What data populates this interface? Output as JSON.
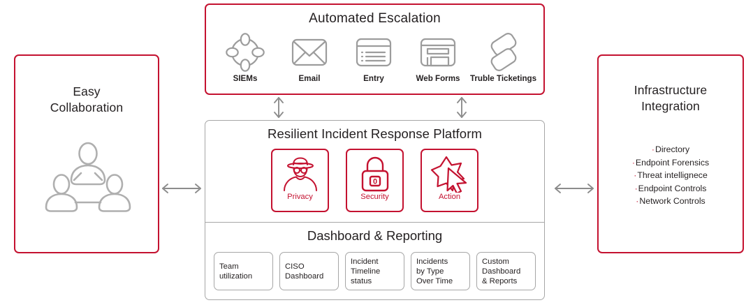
{
  "left_panel": {
    "title_line1": "Easy",
    "title_line2": "Collaboration",
    "graphic": "three-people-network-icon"
  },
  "right_panel": {
    "title_line1": "Infrastructure",
    "title_line2": "Integration",
    "bullets": [
      "Directory",
      "Endpoint Forensics",
      "Threat intellignece",
      "Endpoint Controls",
      "Network Controls"
    ],
    "bullet_char": "·"
  },
  "escalation": {
    "title": "Automated Escalation",
    "items": [
      {
        "label": "SIEMs",
        "icon": "network-nodes-icon"
      },
      {
        "label": "Email",
        "icon": "envelope-icon"
      },
      {
        "label": "Entry",
        "icon": "form-list-icon"
      },
      {
        "label": "Web Forms",
        "icon": "web-form-icon"
      },
      {
        "label": "Truble Ticketings",
        "icon": "tickets-icon"
      }
    ]
  },
  "platform": {
    "title": "Resilient Incident Response Platform",
    "capabilities": [
      {
        "label": "Privacy",
        "icon": "spy-person-icon"
      },
      {
        "label": "Security",
        "icon": "padlock-icon",
        "keyhole_text": "0"
      },
      {
        "label": "Action",
        "icon": "star-cursor-icon"
      }
    ],
    "dashboard": {
      "title": "Dashboard & Reporting",
      "cards": [
        {
          "lines": [
            "Team",
            "utilization"
          ]
        },
        {
          "lines": [
            "CISO",
            "Dashboard"
          ]
        },
        {
          "lines": [
            "Incident",
            "Timeline",
            "status"
          ]
        },
        {
          "lines": [
            "Incidents",
            "by Type",
            "Over Time"
          ]
        },
        {
          "lines": [
            "Custom",
            "Dashboard",
            "& Reports"
          ]
        }
      ]
    }
  },
  "connectors": [
    {
      "name": "left-to-platform",
      "direction": "double-horizontal"
    },
    {
      "name": "platform-to-right",
      "direction": "double-horizontal"
    },
    {
      "name": "platform-to-escalation-left",
      "direction": "double-vertical"
    },
    {
      "name": "platform-to-escalation-right",
      "direction": "double-vertical"
    }
  ],
  "colors": {
    "accent_red": "#C41230",
    "gray_line": "#A6A6A6",
    "text_dark": "#231f20",
    "background": "#FFFFFF"
  }
}
